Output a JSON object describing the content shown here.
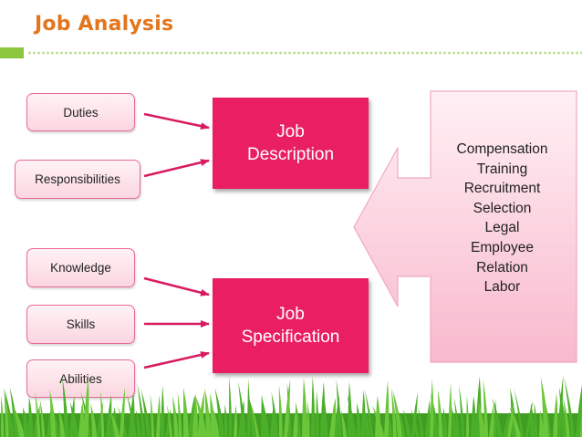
{
  "slide": {
    "title": "Job Analysis",
    "inputs_description": [
      "Duties",
      "Responsibilities"
    ],
    "inputs_specification": [
      "Knowledge",
      "Skills",
      "Abilities"
    ],
    "job_description": {
      "line1": "Job",
      "line2": "Description"
    },
    "job_specification": {
      "line1": "Job",
      "line2": "Specification"
    },
    "outcomes": [
      "Compensation",
      "Training",
      "Recruitment",
      "Selection",
      "Legal",
      "Employee",
      "Relation",
      "Labor"
    ]
  },
  "colors": {
    "title": "#e2761c",
    "box_fill": "#e91e63",
    "pill_border": "#e86a98",
    "arrow": "#d81b60",
    "grass": "#4caf2a"
  }
}
